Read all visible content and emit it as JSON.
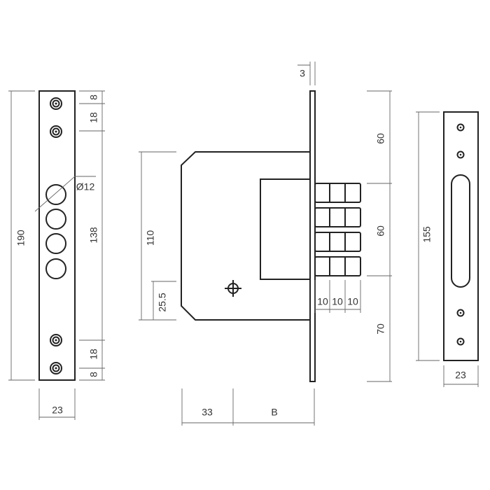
{
  "front_plate": {
    "height_label": "190",
    "width_label": "23",
    "hole_label": "Ø12",
    "top_offset_label": "8",
    "top_spacing_label": "18",
    "middle_label": "138",
    "bottom_spacing_label": "18",
    "bottom_offset_label": "8"
  },
  "lock_body": {
    "plate_thickness_label": "3",
    "body_height_label": "110",
    "cylinder_offset_label": "25.5",
    "upper_label": "60",
    "bolt_zone_label": "60",
    "lower_label": "70",
    "bolt_step_labels": [
      "10",
      "10",
      "10"
    ],
    "backset_label": "33",
    "depth_label": "B"
  },
  "strike_plate": {
    "height_label": "155",
    "width_label": "23"
  }
}
